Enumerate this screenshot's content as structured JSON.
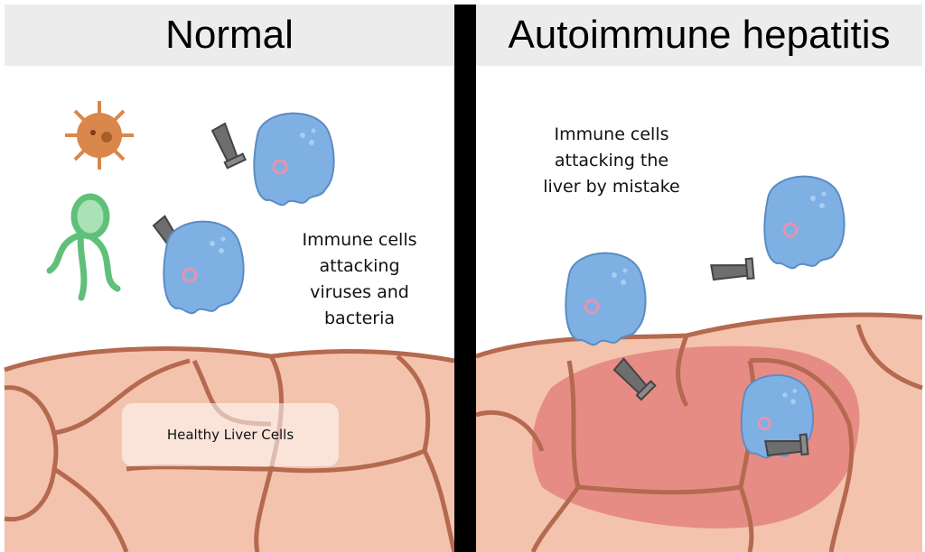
{
  "panels": {
    "left": {
      "title": "Normal",
      "caption": [
        "Immune cells",
        "attacking",
        "viruses and",
        "bacteria"
      ],
      "label": "Healthy Liver Cells"
    },
    "right": {
      "title": "Autoimmune hepatitis",
      "caption": [
        "Immune cells",
        "attacking the",
        "liver by mistake"
      ]
    }
  },
  "colors": {
    "header": "#ececec",
    "liver": "#f3c3ad",
    "outline": "#b5694f",
    "inflamed": "#e27a78",
    "immune": "#7fb0e3",
    "virus": "#d9874a",
    "bacteria": "#5fc07a"
  }
}
